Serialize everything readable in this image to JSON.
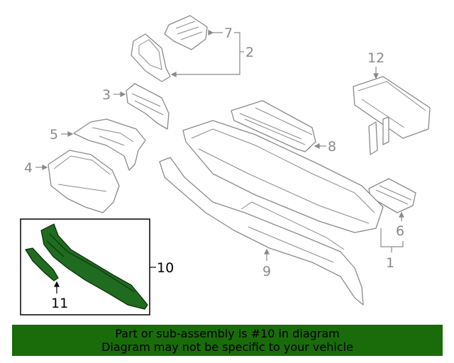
{
  "diagram": {
    "callouts": {
      "c1": "1",
      "c2": "2",
      "c3": "3",
      "c4": "4",
      "c5": "5",
      "c6": "6",
      "c7": "7",
      "c8": "8",
      "c9": "9",
      "c10": "10",
      "c11": "11",
      "c12": "12"
    },
    "highlight_color": "#1f6b1f"
  },
  "banner": {
    "line1": "Part or sub-assembly is #10 in diagram",
    "line2": "Diagram may not be specific to your vehicle",
    "background": "#1a6b0a"
  }
}
